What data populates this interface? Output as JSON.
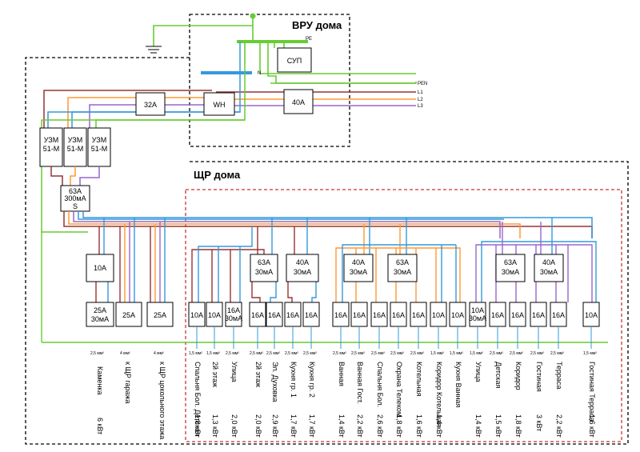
{
  "titles": {
    "vru": "ВРУ дома",
    "shr": "ЩР дома"
  },
  "bus_labels": {
    "pe": "PE",
    "n": "N",
    "pen": "PEN",
    "l1": "L1",
    "l2": "L2",
    "l3": "L3"
  },
  "devices": {
    "sup": "СУП",
    "main_breaker": "32A",
    "meter": "WH",
    "vru_breaker": "40A",
    "uzm1": [
      "УЗМ",
      "51-М"
    ],
    "uzm2": [
      "УЗМ",
      "51-М"
    ],
    "uzm3": [
      "УЗМ",
      "51-М"
    ],
    "rcd_main": [
      "63А",
      "300мА",
      "S"
    ],
    "b10": "10А",
    "d25_rcd": [
      "25А",
      "30мА"
    ],
    "d25_a": "25А",
    "d25_b": "25А",
    "rcd_g1a": [
      "63А",
      "30мА"
    ],
    "rcd_g1b": [
      "40А",
      "30мА"
    ],
    "rcd_g2a": [
      "40А",
      "30мА"
    ],
    "rcd_g2b": [
      "63А",
      "30мА"
    ],
    "rcd_g3a": [
      "63А",
      "30мА"
    ],
    "rcd_g3b": [
      "40А",
      "30мА"
    ]
  },
  "left_feeders": [
    {
      "cable": "2,5 мм²",
      "name": "Каменка",
      "power": "6 кВт"
    },
    {
      "cable": "4 мм²",
      "name": "к ЩР гаража",
      "power": ""
    },
    {
      "cable": "4 мм²",
      "name": "к ЩР цокольного этажа",
      "power": ""
    }
  ],
  "circuits": [
    {
      "breaker": "10А",
      "cable": "1,5 мм²",
      "name": "Спальня Бол. Детская",
      "power": "1,8 кВт"
    },
    {
      "breaker": "10А",
      "cable": "1,5 мм²",
      "name": "2й этаж",
      "power": "1,3 кВт"
    },
    {
      "breaker": "16А 30мА",
      "cable": "2,5 мм²",
      "name": "Улица",
      "power": "2,0 кВт"
    },
    {
      "breaker": "16А",
      "cable": "2,5 мм²",
      "name": "2й этаж",
      "power": "2,0 кВт"
    },
    {
      "breaker": "16А",
      "cable": "2,5 мм²",
      "name": "Эл. Духовка",
      "power": "2,9 кВт"
    },
    {
      "breaker": "16А",
      "cable": "2,5 мм²",
      "name": "Кухня гр. 1",
      "power": "1,7 кВт"
    },
    {
      "breaker": "16А",
      "cable": "2,5 мм²",
      "name": "Кухня гр. 2",
      "power": "1,7 кВт"
    },
    {
      "breaker": "16А",
      "cable": "2,5 мм²",
      "name": "Ванная",
      "power": "1,4 кВт"
    },
    {
      "breaker": "16А",
      "cable": "2,5 мм²",
      "name": "Ванная Гост.",
      "power": "2,2 кВт"
    },
    {
      "breaker": "16А",
      "cable": "2,5 мм²",
      "name": "Спальня Бол.",
      "power": "2,6 кВт"
    },
    {
      "breaker": "16А",
      "cable": "2,5 мм²",
      "name": "Охрана Телеком",
      "power": "1,8 кВт"
    },
    {
      "breaker": "16А",
      "cable": "2,5 мм²",
      "name": "Котельная",
      "power": "1,6 кВт"
    },
    {
      "breaker": "10А",
      "cable": "1,5 мм²",
      "name": "Коридор Котельная",
      "power": "1,4 кВт"
    },
    {
      "breaker": "10А",
      "cable": "1,5 мм²",
      "name": "Кухня Ванная",
      "power": ""
    },
    {
      "breaker": "10А 30мА",
      "cable": "1,5 мм²",
      "name": "Улица",
      "power": "1,4 кВт"
    },
    {
      "breaker": "16А",
      "cable": "2,5 мм²",
      "name": "Детская",
      "power": "1,5 кВт"
    },
    {
      "breaker": "16А",
      "cable": "2,5 мм²",
      "name": "Коридор",
      "power": "1,8 кВт"
    },
    {
      "breaker": "16А",
      "cable": "2,5 мм²",
      "name": "Гостиная",
      "power": "3 кВт"
    },
    {
      "breaker": "16А",
      "cable": "2,5 мм²",
      "name": "Терраса",
      "power": "2,2 кВт"
    },
    {
      "breaker": "10А",
      "cable": "1,5 мм²",
      "name": "Гостиная Терраса",
      "power": "1,6 кВт"
    }
  ],
  "colors": {
    "pe": "#66cc33",
    "n": "#3399dd",
    "l1": "#993333",
    "l2": "#ff9933",
    "l3": "#9966cc",
    "frame_black": "#000000",
    "frame_red": "#cc3333"
  }
}
